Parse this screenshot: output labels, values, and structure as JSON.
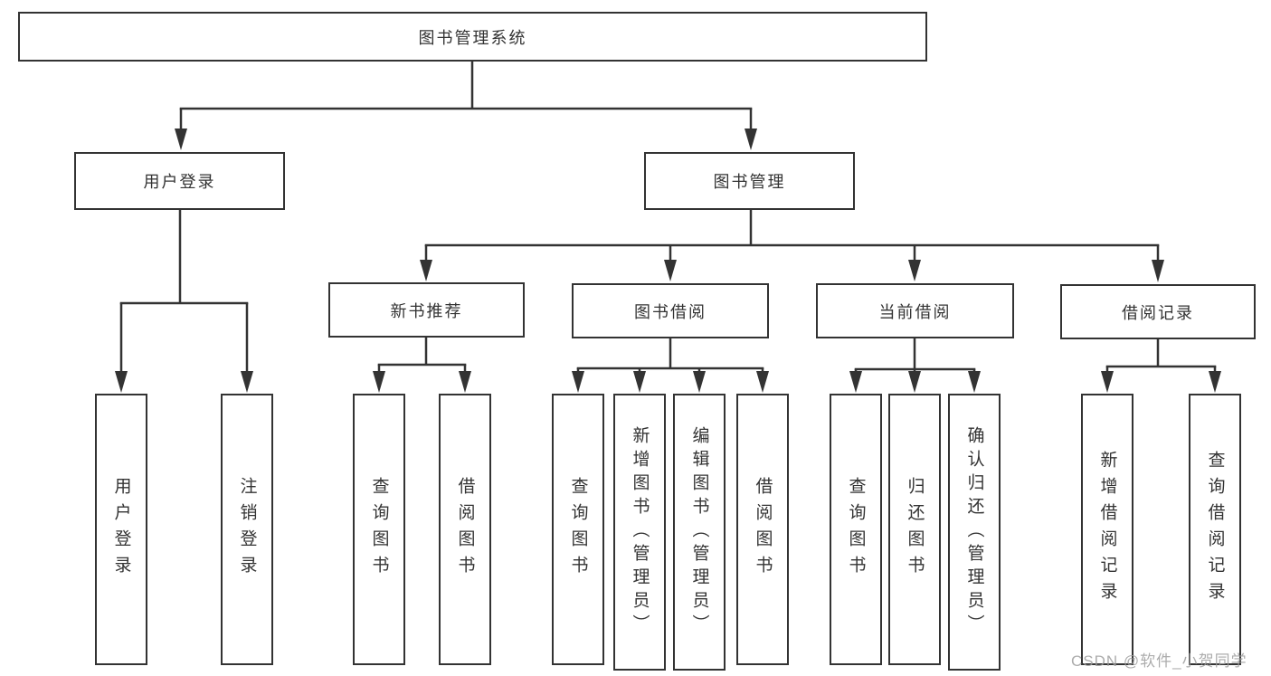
{
  "root": {
    "label": "图书管理系统"
  },
  "branches": {
    "user": {
      "label": "用户登录",
      "children": [
        {
          "label": "用户登录"
        },
        {
          "label": "注销登录"
        }
      ]
    },
    "books": {
      "label": "图书管理",
      "groups": [
        {
          "label": "新书推荐",
          "children": [
            {
              "label": "查询图书"
            },
            {
              "label": "借阅图书"
            }
          ]
        },
        {
          "label": "图书借阅",
          "children": [
            {
              "label": "查询图书"
            },
            {
              "label": "新增图书（管理员）"
            },
            {
              "label": "编辑图书（管理员）"
            },
            {
              "label": "借阅图书"
            }
          ]
        },
        {
          "label": "当前借阅",
          "children": [
            {
              "label": "查询图书"
            },
            {
              "label": "归还图书"
            },
            {
              "label": "确认归还（管理员）"
            }
          ]
        },
        {
          "label": "借阅记录",
          "children": [
            {
              "label": "新增借阅记录"
            },
            {
              "label": "查询借阅记录"
            }
          ]
        }
      ]
    }
  },
  "watermark": "CSDN @软件_小贺同学",
  "colors": {
    "line": "#333333",
    "watermark": "#9e9e9e",
    "background": "#ffffff"
  }
}
